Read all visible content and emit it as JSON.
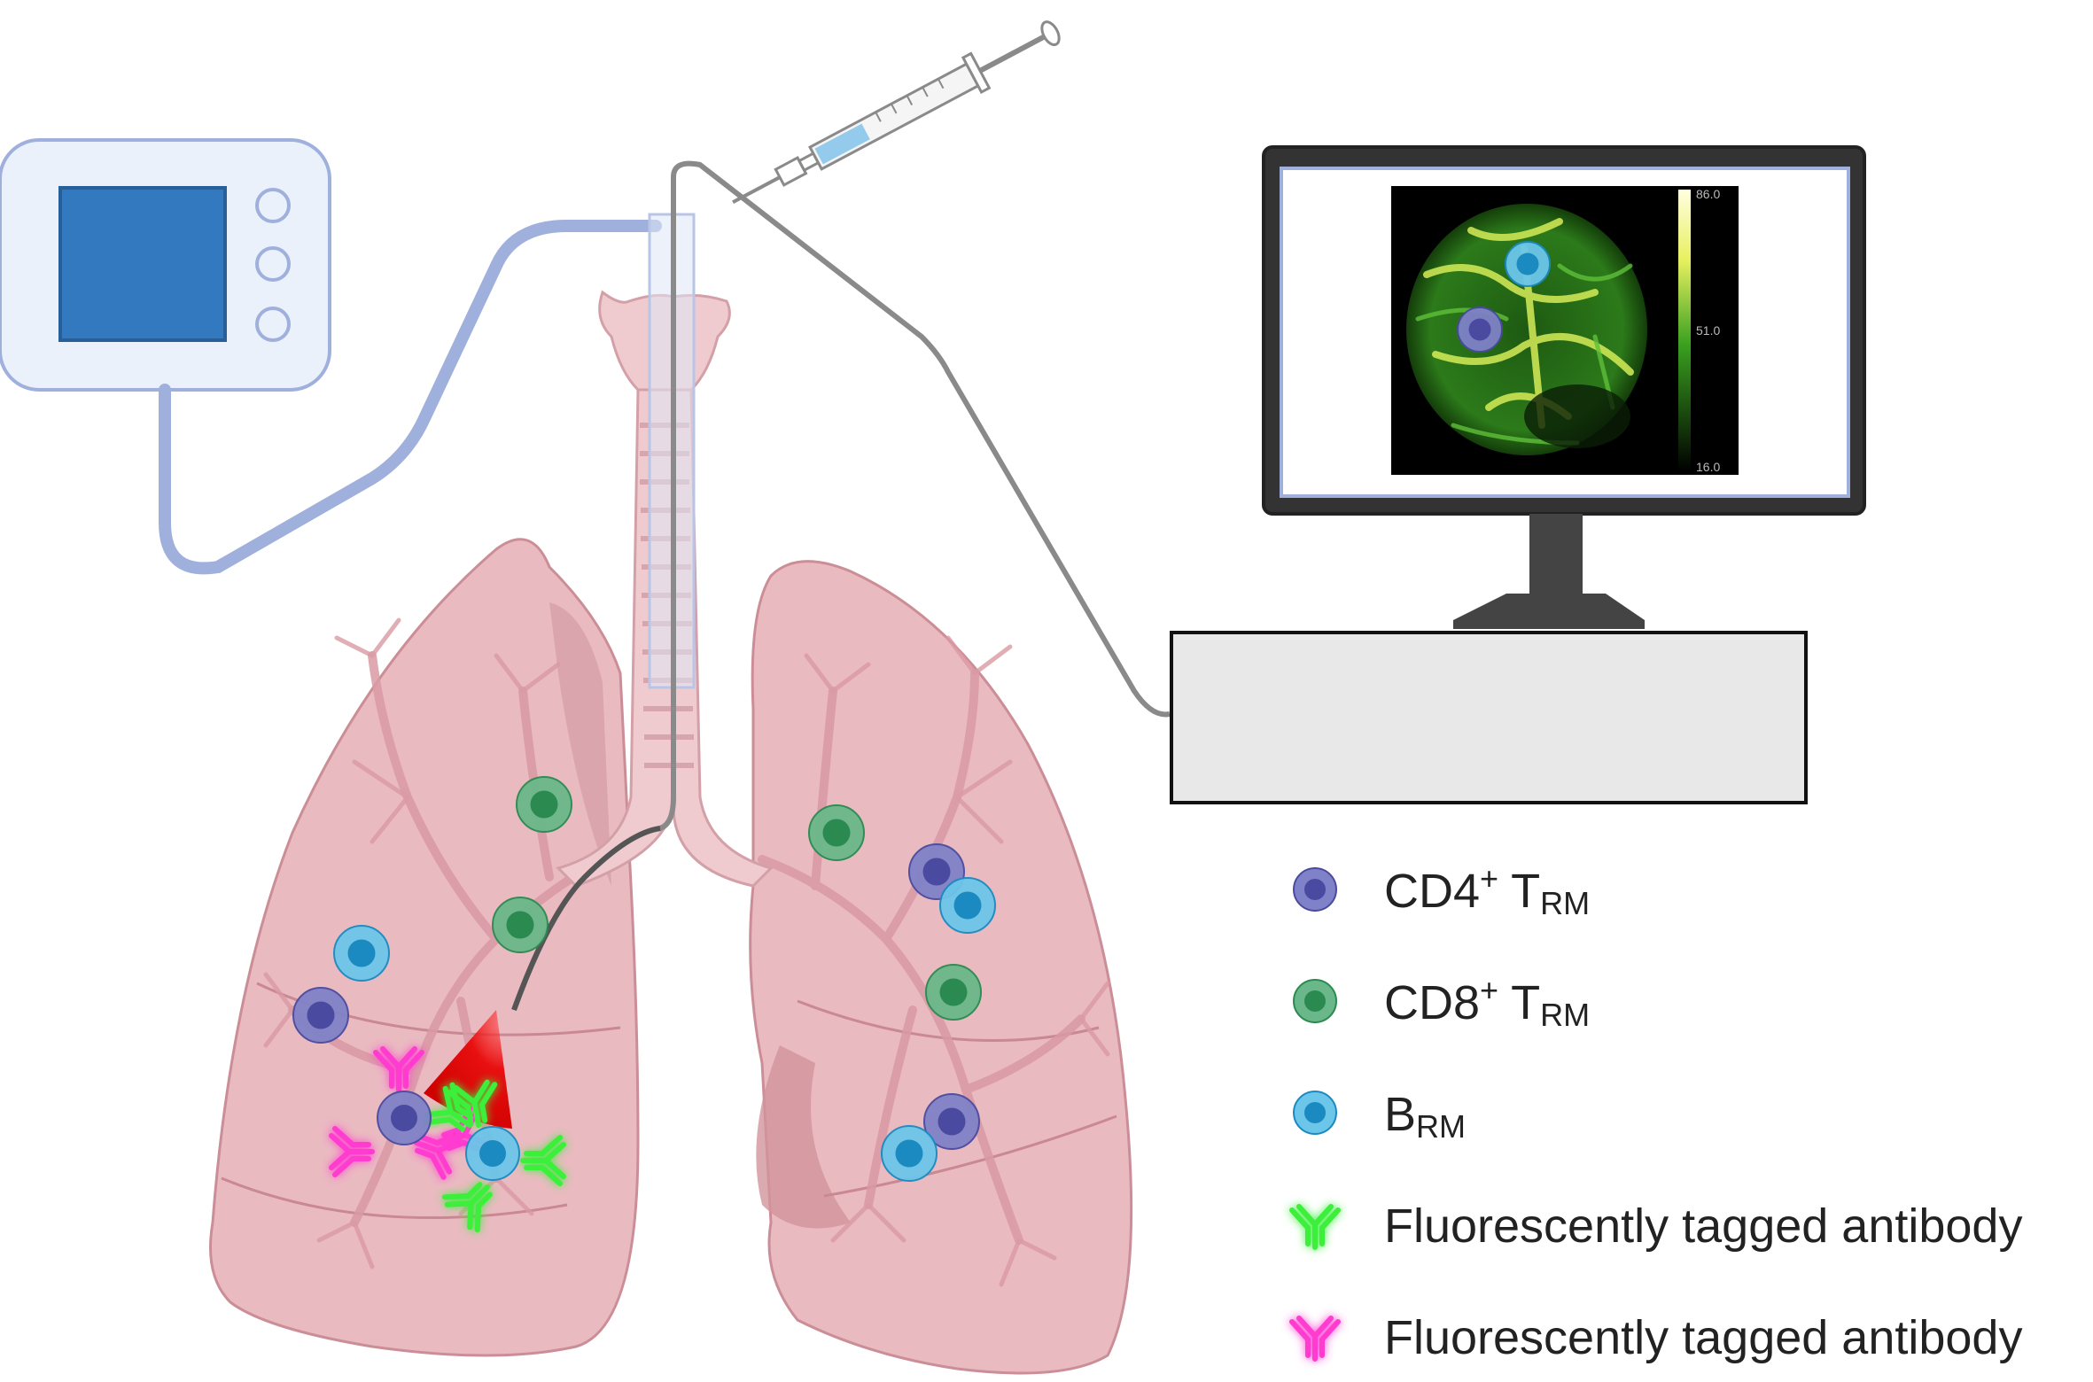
{
  "monitor": {
    "scale_labels": [
      "86.0",
      "51.0",
      "16.0"
    ],
    "imaging_green": "#3fa626",
    "imaging_yellow": "#e8f060"
  },
  "legend": {
    "items": [
      {
        "key": "cd4",
        "main": "CD4",
        "sup": "+",
        "mid": " T",
        "sub": "RM",
        "color": "#7f82c8",
        "core": "#4a4aa0"
      },
      {
        "key": "cd8",
        "main": "CD8",
        "sup": "+",
        "mid": " T",
        "sub": "RM",
        "color": "#6ab88a",
        "core": "#2a8a50"
      },
      {
        "key": "brm",
        "main": "B",
        "sup": "",
        "mid": "",
        "sub": "RM",
        "color": "#6cc6ea",
        "core": "#1a8ac0"
      },
      {
        "key": "ab-green",
        "main": "Fluorescently tagged antibody",
        "sup": "",
        "mid": "",
        "sub": "",
        "color": "#3aef3a"
      },
      {
        "key": "ab-pink",
        "main": "Fluorescently tagged antibody",
        "sup": "",
        "mid": "",
        "sub": "",
        "color": "#ff3ad0"
      }
    ]
  },
  "colors": {
    "lung_fill": "#e9b7be",
    "lung_stroke": "#c98892",
    "tube_blue": "#9fb0dc",
    "probe_gray": "#8a8a8a",
    "device_screen": "#3279c0",
    "laser_red": "#e81010"
  }
}
